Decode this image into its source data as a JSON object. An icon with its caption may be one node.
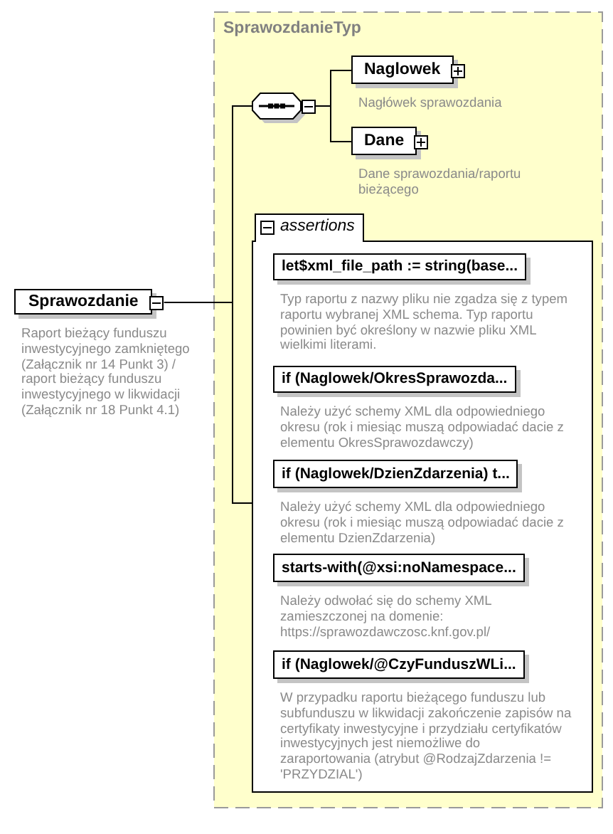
{
  "diagram": {
    "nodes": [
      {
        "text": [
          "Sprawozdanie"
        ],
        "beside": [
          "Raport bieżący funduszu inwestycyjnego zamkniętego (Załącznik nr 14 Punkt 3) / raport bieżący funduszu inwestycyjnego w likwidacji (Załącznik nr 18 Punkt 4.1)"
        ]
      },
      {
        "text": [
          "SprawozdanieTyp"
        ]
      },
      {
        "text": [],
        "shape": "octagon",
        "in": 1
      },
      {
        "text": [
          "Naglowek"
        ],
        "beside": [
          "Nagłówek sprawozdania"
        ],
        "in": 1
      },
      {
        "text": [
          "Dane"
        ],
        "beside": [
          "Dane sprawozdania/raportu bieżącego"
        ],
        "in": 1
      },
      {
        "text": [
          "assertions"
        ],
        "in": 1
      },
      {
        "text": [
          "let$xml_file_path := string(base..."
        ],
        "beside": [
          "Typ raportu z nazwy pliku nie zgadza się z typem raportu wybranej XML schema. Typ raportu powinien być określony w nazwie pliku XML wielkimi literami."
        ],
        "in": 5
      },
      {
        "text": [
          "if (Naglowek/OkresSprawozda..."
        ],
        "beside": [
          "Należy użyć schemy XML dla odpowiedniego okresu (rok i miesiąc muszą odpowiadać dacie z elementu OkresSprawozdawczy)"
        ],
        "in": 5
      },
      {
        "text": [
          "if (Naglowek/DzienZdarzenia) t..."
        ],
        "beside": [
          "Należy użyć schemy XML dla odpowiedniego okresu (rok i miesiąc muszą odpowiadać dacie z elementu DzienZdarzenia)"
        ],
        "in": 5
      },
      {
        "text": [
          "starts-with(@xsi:noNamespace..."
        ],
        "beside": [
          "Należy odwołać się do schemy XML zamieszczonej na domenie: https://sprawozdawczosc.knf.gov.pl/"
        ],
        "in": 5
      },
      {
        "text": [
          "if (Naglowek/@CzyFunduszWLi..."
        ],
        "beside": [
          "W przypadku raportu bieżącego funduszu lub subfunduszu w likwidacji zakończenie zapisów na certyfikaty inwestycyjne i przydziału certyfikatów inwestycyjnych jest niemożliwe do zaraportowania (atrybut @RodzajZdarzenia != 'PRZYDZIAL')"
        ],
        "in": 5
      }
    ],
    "edges": [
      {
        "from": 0,
        "to": 2,
        "arrow": "none"
      },
      {
        "from": 0,
        "to": 5,
        "arrow": "none"
      },
      {
        "from": 2,
        "to": 3,
        "arrow": "none"
      },
      {
        "from": 2,
        "to": 4,
        "arrow": "none"
      }
    ]
  }
}
